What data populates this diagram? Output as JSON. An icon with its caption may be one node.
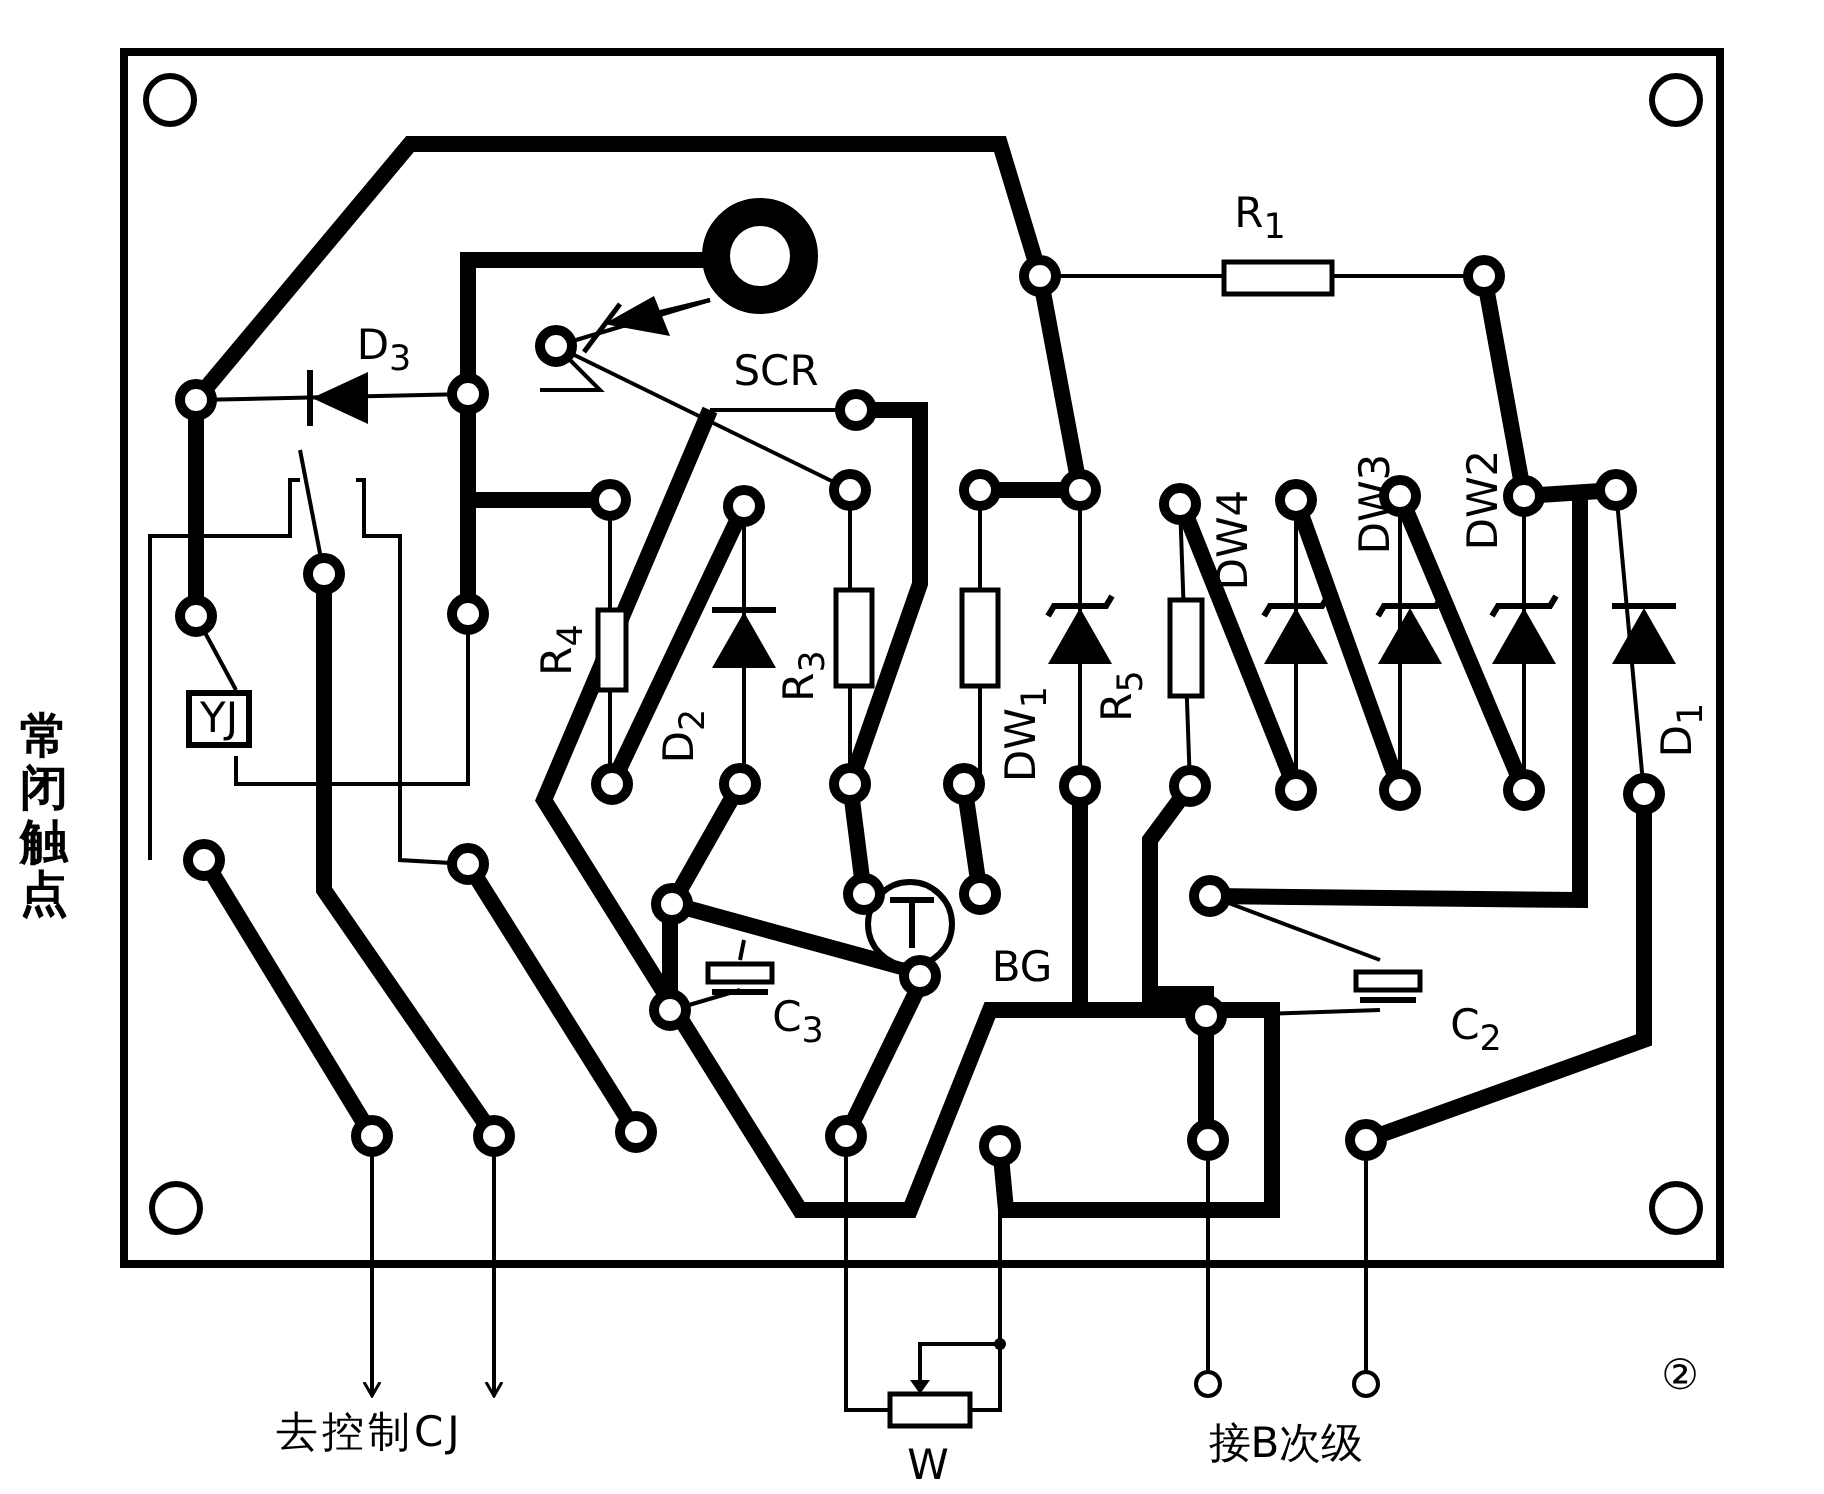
{
  "diagram": {
    "nodes": [
      {
        "text": [
          "YJ"
        ]
      },
      {
        "text": [
          "去控制CJ"
        ]
      }
    ],
    "edges": [
      {
        "from": null,
        "to": 1,
        "arrow": "to"
      },
      {
        "from": null,
        "to": 1,
        "arrow": "to"
      }
    ],
    "labels": [
      "D$_{3}$",
      "SCR",
      "R$_{1}$",
      "R$_{4}$",
      "D$_{2}$",
      "R$_{3}$",
      "DW$_{1}$",
      "R$_{5}$",
      "DW4",
      "DW3",
      "DW2",
      "D$_{1}$",
      "常闭触点",
      "BG",
      "C$_{3}$",
      "C$_{2}$",
      "W",
      "接B次级",
      "②"
    ]
  }
}
